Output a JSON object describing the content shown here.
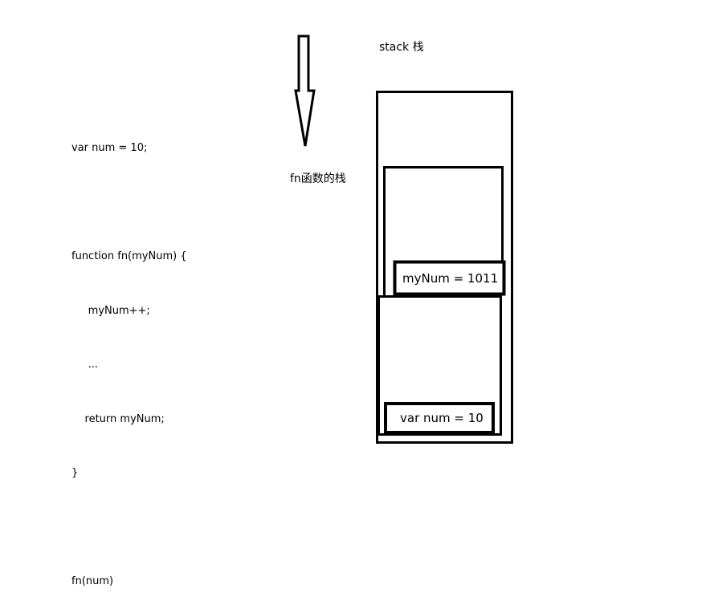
{
  "code": {
    "lines": [
      "var num = 10;",
      "",
      "function fn(myNum) {",
      "     myNum++;",
      "     ...",
      "    return myNum;",
      "}",
      "",
      "fn(num)"
    ]
  },
  "labels": {
    "stack": "stack 栈",
    "fn_stack": "fn函数的栈"
  },
  "boxes": {
    "my_num": "myNum = 1011",
    "var_num": "var num = 10"
  }
}
